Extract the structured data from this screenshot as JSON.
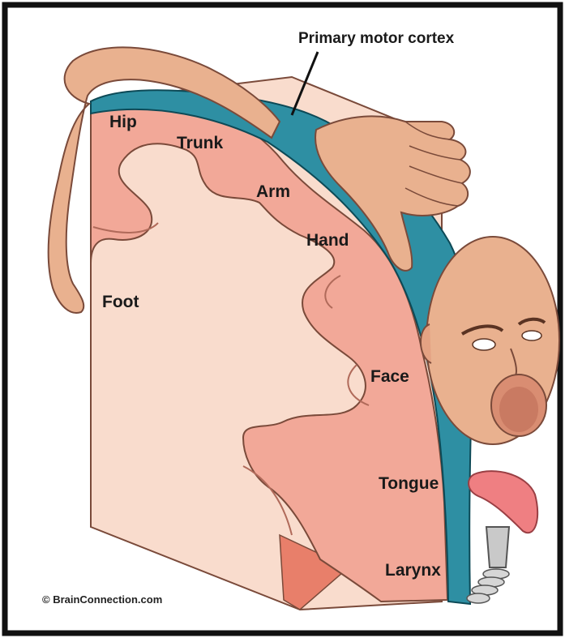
{
  "diagram": {
    "title": "Primary motor cortex",
    "labels": {
      "hip": "Hip",
      "trunk": "Trunk",
      "arm": "Arm",
      "hand": "Hand",
      "foot": "Foot",
      "face": "Face",
      "tongue": "Tongue",
      "larynx": "Larynx"
    },
    "credit": "© BrainConnection.com"
  },
  "colors": {
    "cortex_pink": "#f2a898",
    "white_matter": "#f9dccd",
    "motor_strip": "#2e8fa3",
    "skin": "#e9b18f",
    "border": "#111111"
  }
}
